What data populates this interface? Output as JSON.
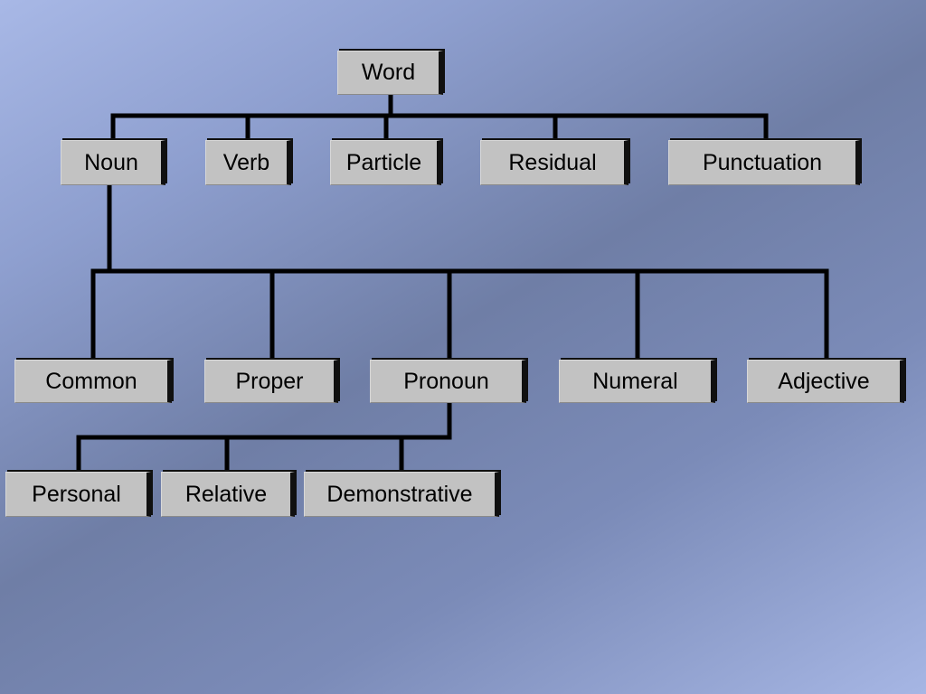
{
  "diagram": {
    "nodes": {
      "word": "Word",
      "noun": "Noun",
      "verb": "Verb",
      "particle": "Particle",
      "residual": "Residual",
      "punctuation": "Punctuation",
      "common": "Common",
      "proper": "Proper",
      "pronoun": "Pronoun",
      "numeral": "Numeral",
      "adjective": "Adjective",
      "personal": "Personal",
      "relative": "Relative",
      "demonstrative": "Demonstrative"
    },
    "edges": [
      [
        "word",
        "noun"
      ],
      [
        "word",
        "verb"
      ],
      [
        "word",
        "particle"
      ],
      [
        "word",
        "residual"
      ],
      [
        "word",
        "punctuation"
      ],
      [
        "noun",
        "common"
      ],
      [
        "noun",
        "proper"
      ],
      [
        "noun",
        "pronoun"
      ],
      [
        "noun",
        "numeral"
      ],
      [
        "noun",
        "adjective"
      ],
      [
        "pronoun",
        "personal"
      ],
      [
        "pronoun",
        "relative"
      ],
      [
        "pronoun",
        "demonstrative"
      ]
    ],
    "line_color": "#000000",
    "box_color": "#c2c2c2"
  }
}
